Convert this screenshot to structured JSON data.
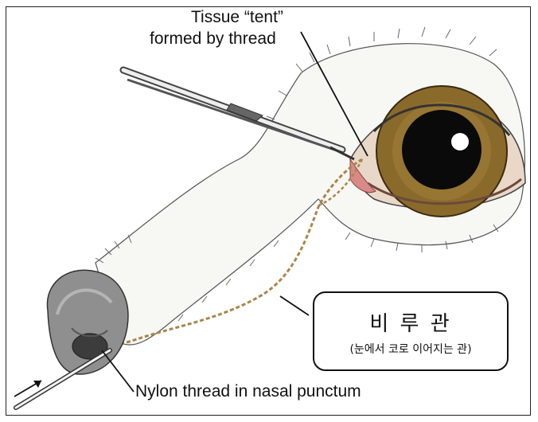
{
  "labels": {
    "tissue_tent_line1": "Tissue “tent”",
    "tissue_tent_line2": "formed by thread",
    "nylon_thread": "Nylon thread in nasal punctum"
  },
  "callout": {
    "title": "비 루 관",
    "subtitle": "(눈에서 코로 이어지는 관)"
  },
  "colors": {
    "iris": "#8a6a2a",
    "pupil": "#0a0a0a",
    "thread": "#a8864a",
    "nose": "#8f8f8f",
    "tissue": "#f7f7f4"
  }
}
